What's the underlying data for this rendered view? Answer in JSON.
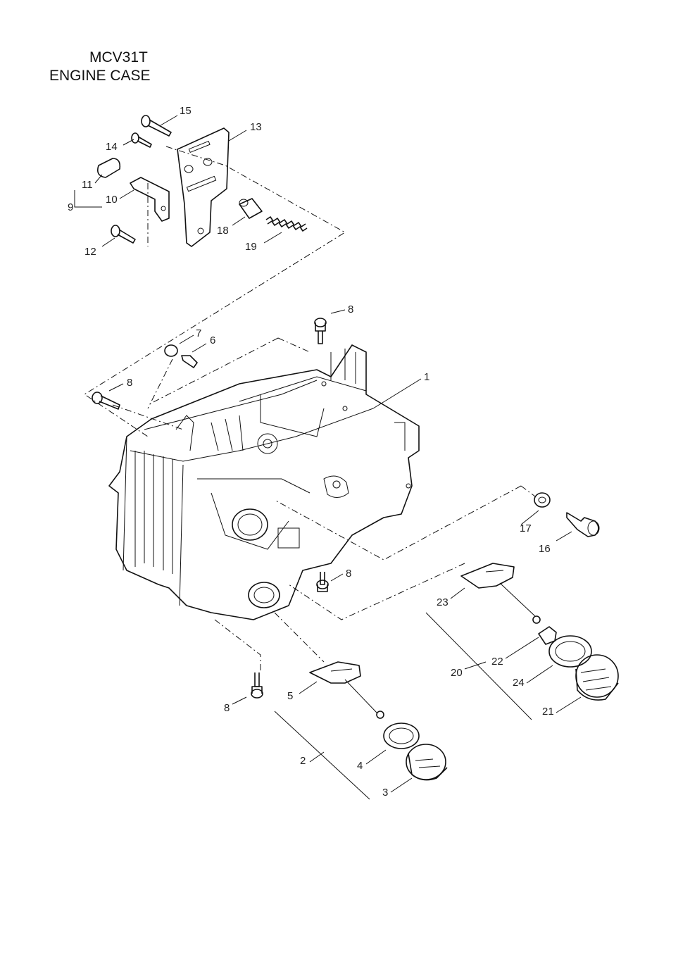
{
  "header": {
    "model": "MCV31T",
    "section": "ENGINE CASE"
  },
  "callouts": [
    "1",
    "2",
    "3",
    "4",
    "5",
    "6",
    "7",
    "8",
    "8",
    "8",
    "8",
    "9",
    "10",
    "11",
    "12",
    "13",
    "14",
    "15",
    "16",
    "17",
    "18",
    "19",
    "20",
    "21",
    "22",
    "23",
    "24"
  ]
}
